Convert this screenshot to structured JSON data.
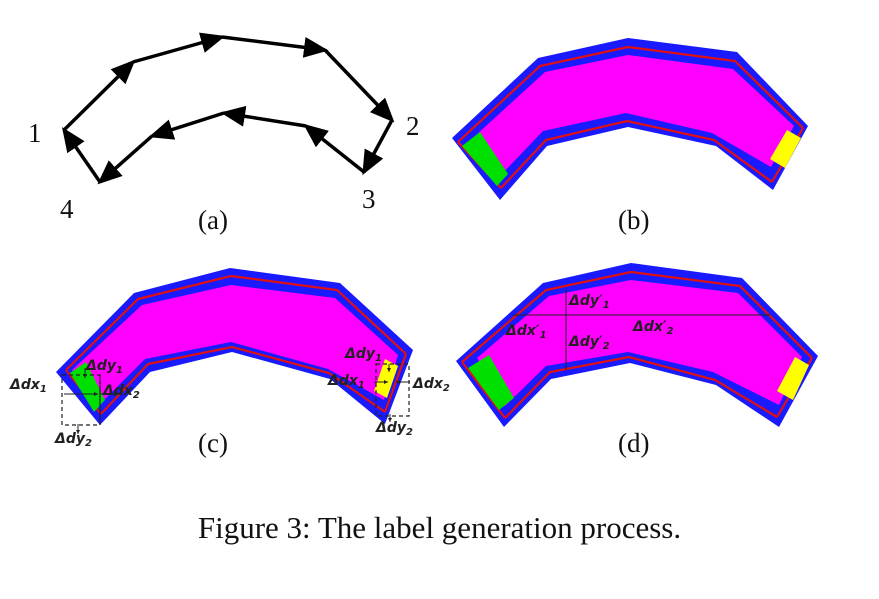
{
  "figure": {
    "caption": "Figure 3: The label generation process.",
    "panels": [
      {
        "id": "a",
        "label": "(a)"
      },
      {
        "id": "b",
        "label": "(b)"
      },
      {
        "id": "c",
        "label": "(c)"
      },
      {
        "id": "d",
        "label": "(d)"
      }
    ],
    "corner_labels": [
      "1",
      "2",
      "3",
      "4"
    ],
    "annotations_c": {
      "dy1": "Δdy",
      "dy1_sub": "1",
      "dx1": "Δdx",
      "dx1_sub": "1",
      "dx2": "Δdx",
      "dx2_sub": "2",
      "dy2": "Δdy",
      "dy2_sub": "2"
    },
    "annotations_d": {
      "dyp1": "Δdy′",
      "dyp1_sub": "1",
      "dxp1": "Δdx′",
      "dxp1_sub": "1",
      "dxp2": "Δdx′",
      "dxp2_sub": "2",
      "dyp2": "Δdy′",
      "dyp2_sub": "2"
    },
    "colors": {
      "outline_arrows": "#000000",
      "band_outer": "#1a1aff",
      "band_inner": "#ff00ff",
      "boundary_line": "#e01010",
      "start_end_box": "#00e000",
      "end_box": "#ffff00"
    }
  }
}
